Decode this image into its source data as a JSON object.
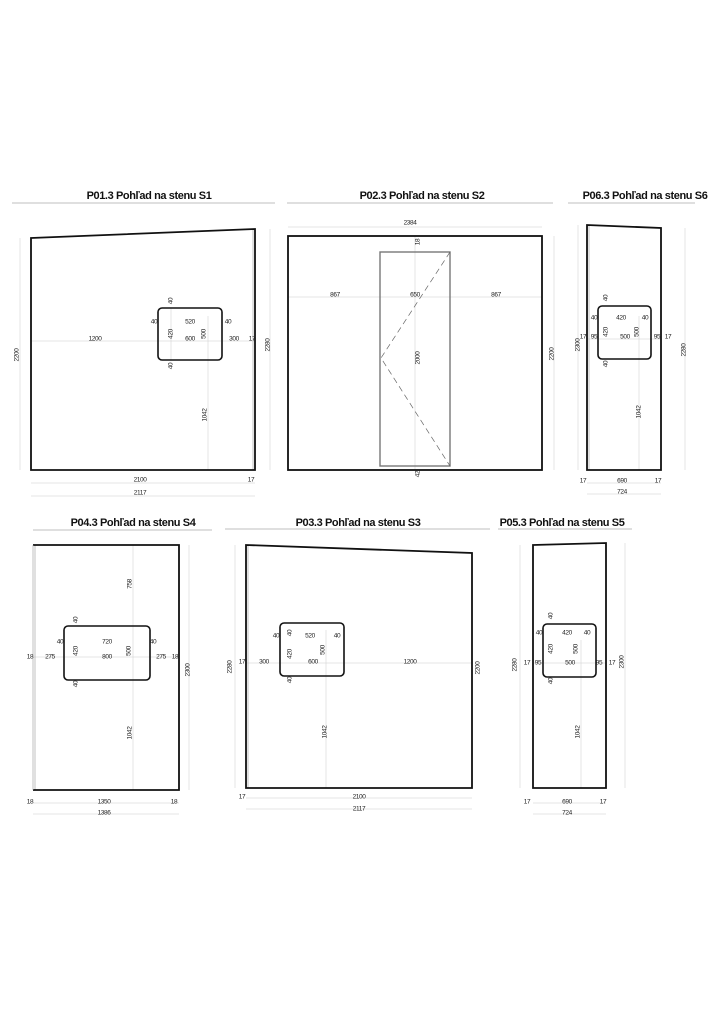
{
  "panels": {
    "s1": {
      "title": "P01.3 Pohľad na stenu S1",
      "dims": [
        "2200",
        "2280",
        "1200",
        "300",
        "17",
        "600",
        "520",
        "40",
        "40",
        "420",
        "500",
        "40",
        "40",
        "1042",
        "2100",
        "17",
        "2117"
      ]
    },
    "s2": {
      "title": "P02.3 Pohľad na stenu S2",
      "dims": [
        "2384",
        "867",
        "650",
        "867",
        "2000",
        "18",
        "42",
        "2200"
      ]
    },
    "s6": {
      "title": "P06.3 Pohľad na stenu S6",
      "dims": [
        "2300",
        "2280",
        "40",
        "40",
        "420",
        "40",
        "17",
        "95",
        "420",
        "500",
        "500",
        "95",
        "17",
        "40",
        "1042",
        "17",
        "690",
        "17",
        "724"
      ]
    },
    "s4": {
      "title": "P04.3 Pohľad na stenu S4",
      "dims": [
        "758",
        "40",
        "40",
        "720",
        "40",
        "18",
        "275",
        "420",
        "800",
        "500",
        "275",
        "18",
        "40",
        "1042",
        "2300",
        "18",
        "1350",
        "18",
        "1386"
      ]
    },
    "s3": {
      "title": "P03.3 Pohľad na stenu S3",
      "dims": [
        "2280",
        "2200",
        "40",
        "40",
        "520",
        "40",
        "420",
        "500",
        "17",
        "300",
        "600",
        "1200",
        "40",
        "1042",
        "17",
        "2100",
        "2117"
      ]
    },
    "s5": {
      "title": "P05.3 Pohľad na stenu S5",
      "dims": [
        "2280",
        "2300",
        "40",
        "40",
        "420",
        "40",
        "17",
        "95",
        "420",
        "500",
        "500",
        "95",
        "17",
        "40",
        "1042",
        "17",
        "690",
        "17",
        "724"
      ]
    }
  }
}
